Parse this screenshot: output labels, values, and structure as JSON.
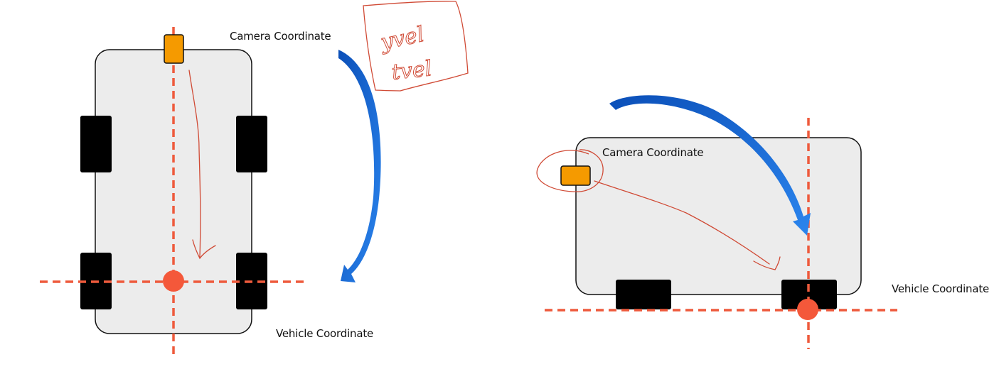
{
  "labels": {
    "top_camera": "Camera Coordinate",
    "top_vehicle": "Vehicle Coordinate",
    "side_camera": "Camera Coordinate",
    "side_vehicle": "Vehicle Coordinate"
  },
  "handwriting": {
    "line1": "yvel",
    "line2": "tvel"
  },
  "colors": {
    "body_fill": "#ececec",
    "body_stroke": "#111111",
    "wheel": "#000000",
    "camera": "#f59a00",
    "axis_dash": "#ee5a3c",
    "origin_dot": "#f4583a",
    "arrow": "#1b6fd9",
    "ink": "#d04a35"
  }
}
